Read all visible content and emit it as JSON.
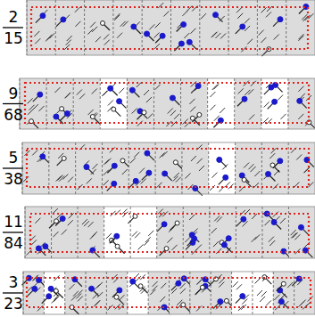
{
  "diagram": {
    "labels": [
      "2",
      "15",
      "9",
      "68",
      "5",
      "38",
      "11",
      "84",
      "3",
      "23"
    ]
  }
}
